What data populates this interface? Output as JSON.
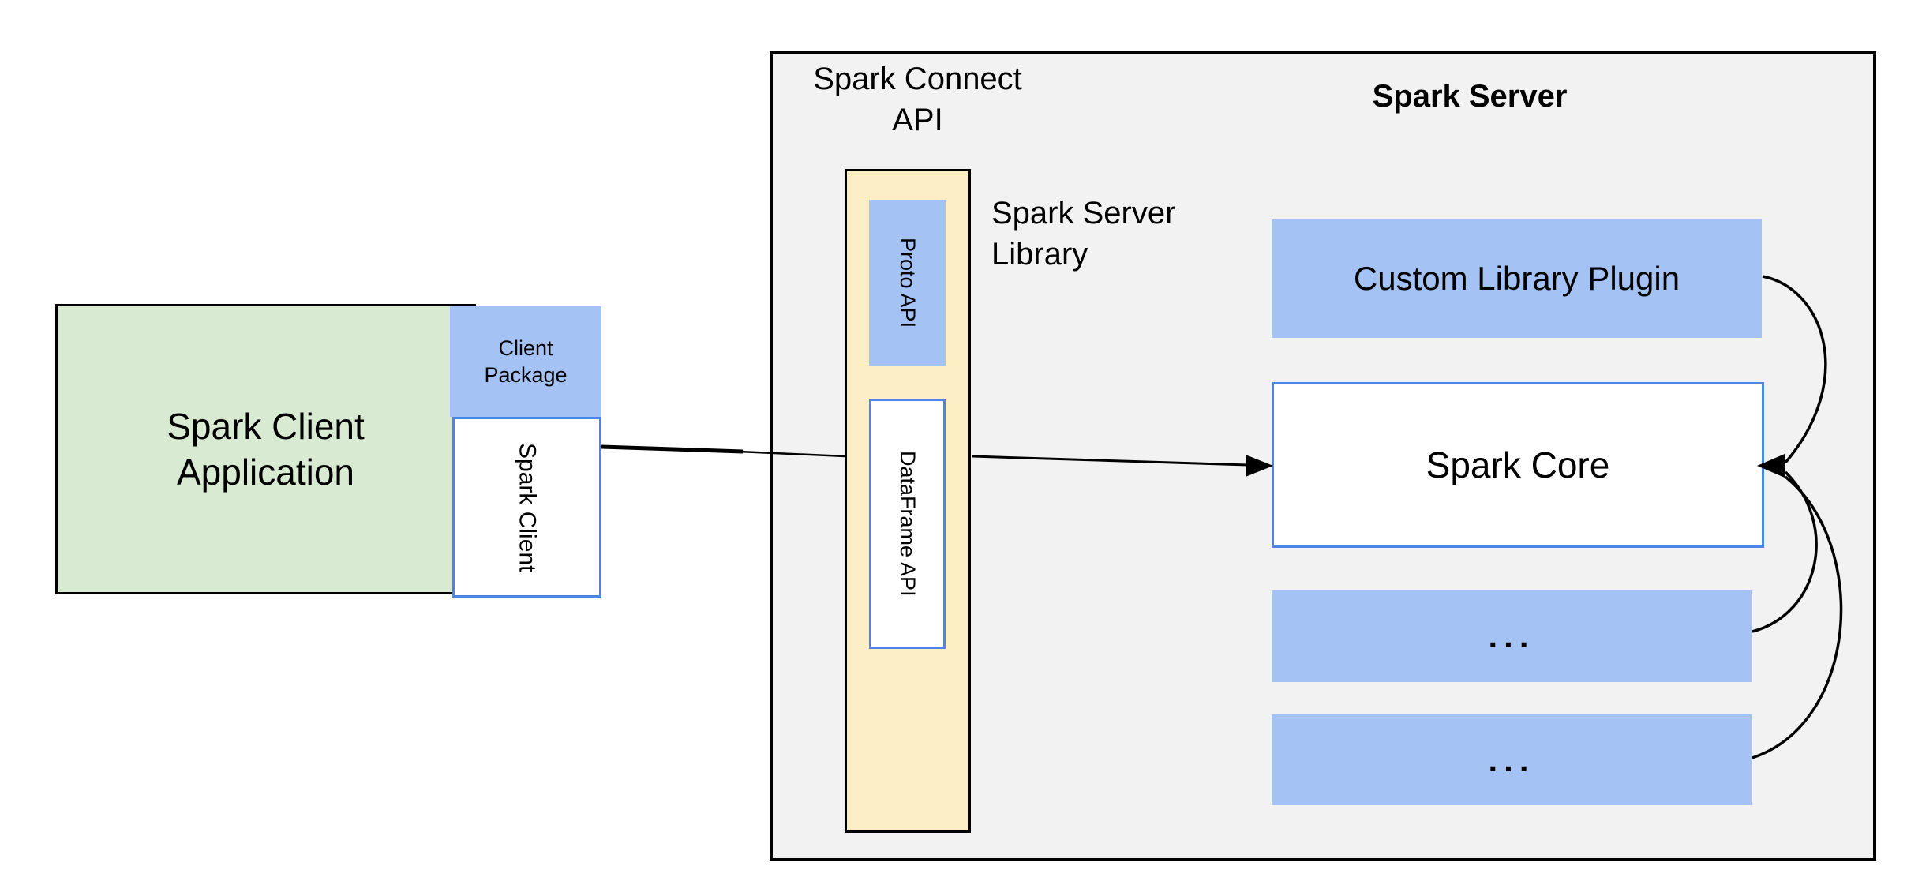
{
  "client": {
    "app_label": "Spark Client Application",
    "package_label": "Client Package",
    "client_label": "Spark Client"
  },
  "connect": {
    "api_label": "Spark Connect API",
    "proto_label": "Proto API",
    "dataframe_label": "DataFrame API",
    "server_library_label": "Spark Server Library"
  },
  "server": {
    "title": "Spark Server",
    "plugin_label": "Custom Library Plugin",
    "core_label": "Spark Core",
    "ellipsis1": "...",
    "ellipsis2": "..."
  },
  "colors": {
    "green": "#D9EAD3",
    "blue": "#A4C2F4",
    "cream": "#FCEFC6",
    "gray": "#F2F2F2",
    "blue_border": "#4A86E8",
    "black": "#000000"
  }
}
